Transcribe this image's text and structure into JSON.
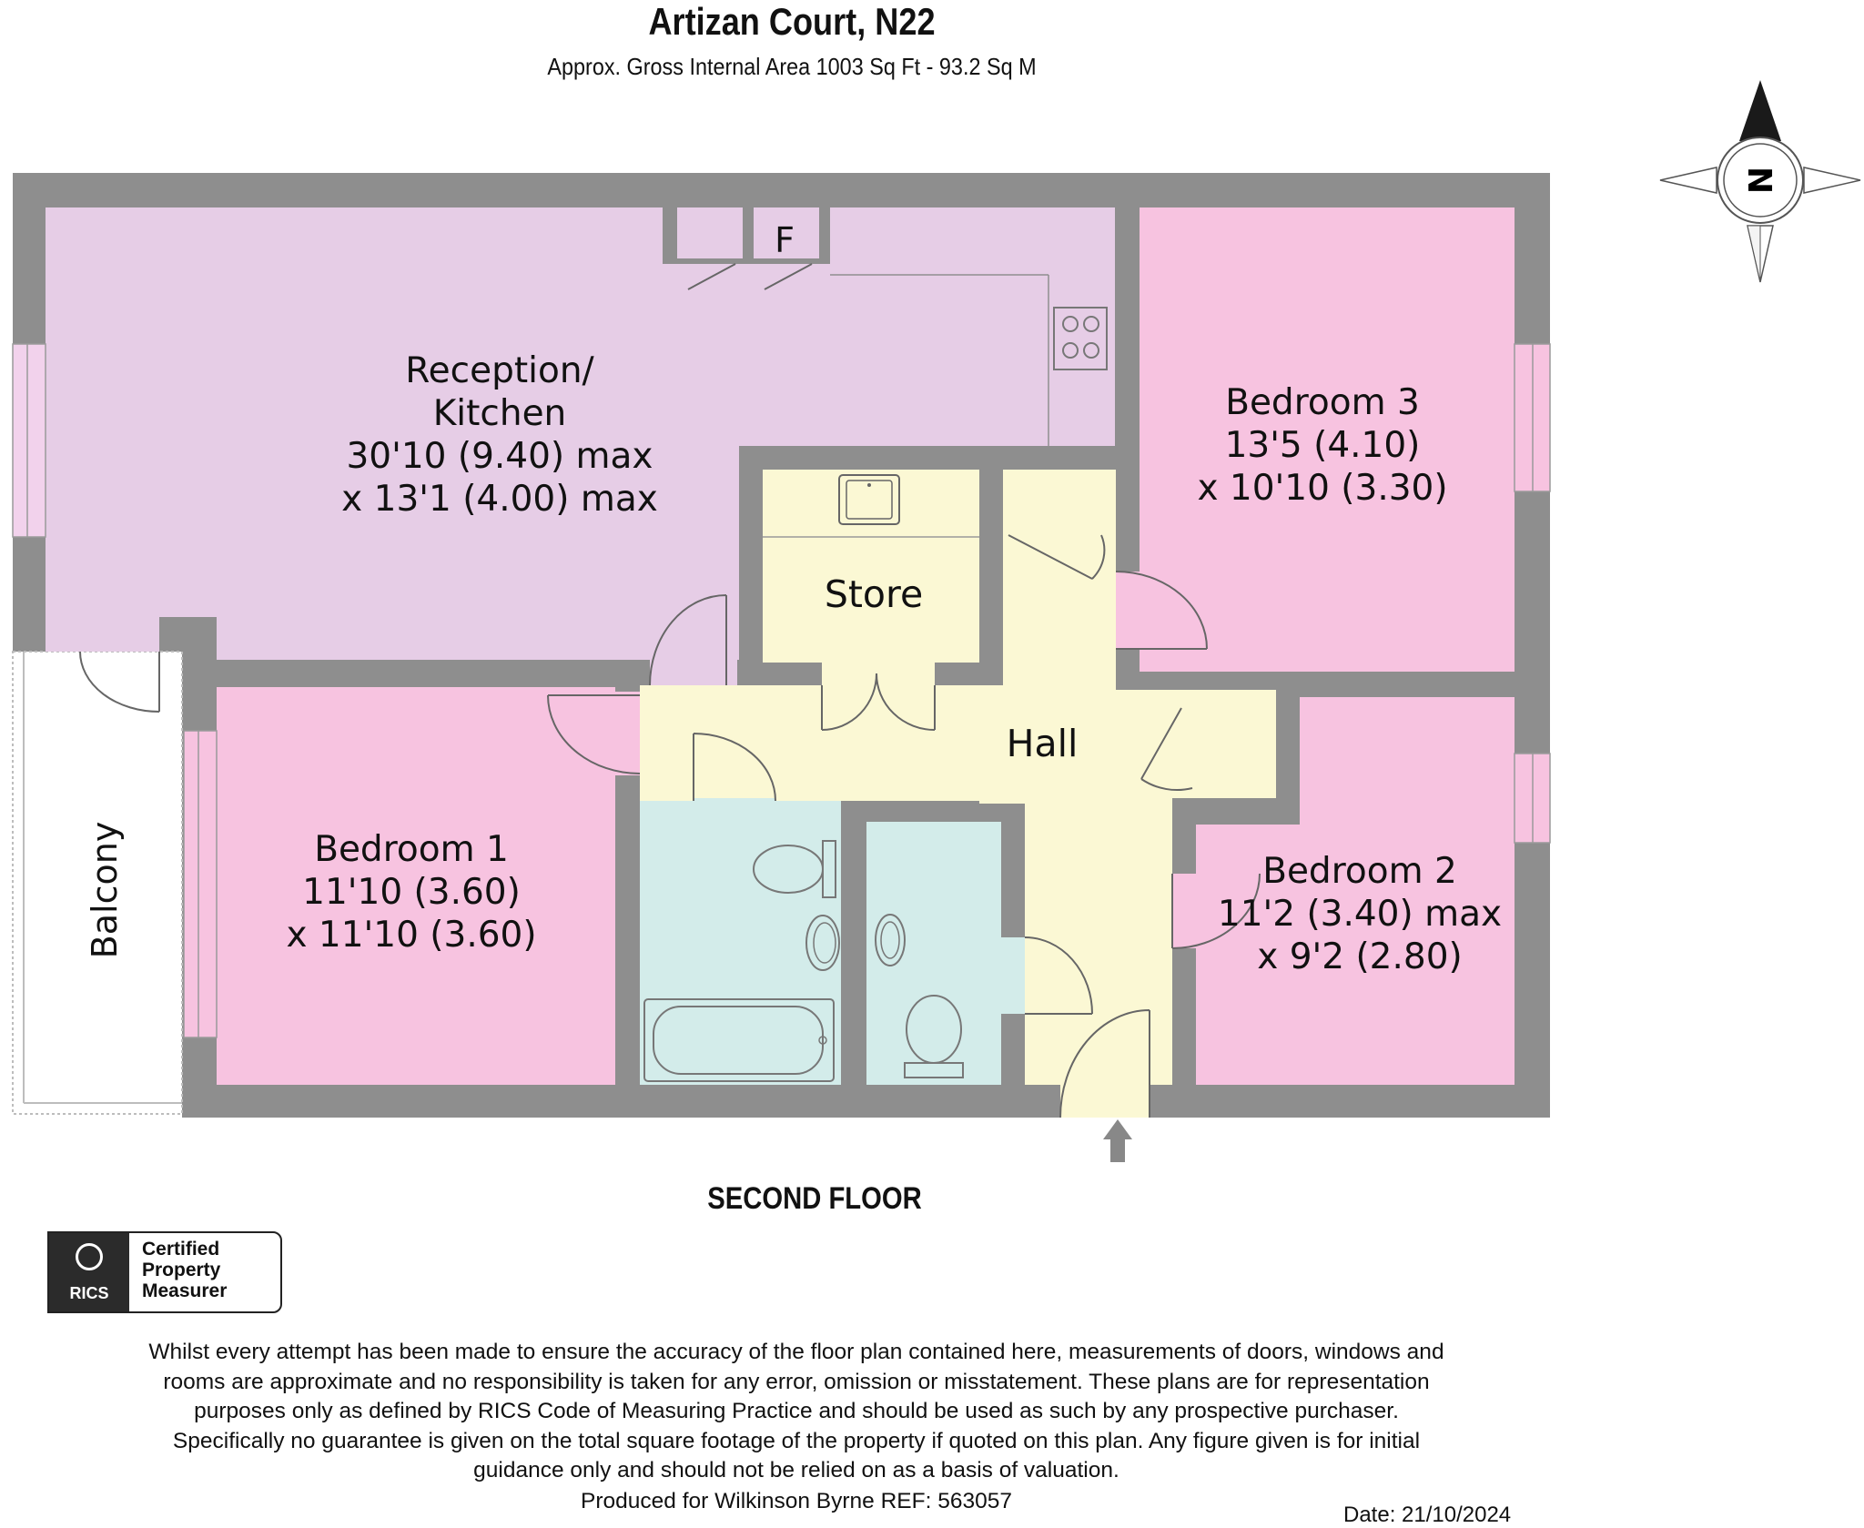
{
  "header": {
    "title": "Artizan Court, N22",
    "subtitle": "Approx. Gross Internal Area 1003 Sq Ft - 93.2 Sq M"
  },
  "rooms": {
    "reception_kitchen": {
      "line1": "Reception/",
      "line2": "Kitchen",
      "line3": "30'10 (9.40) max",
      "line4": "x 13'1 (4.00) max"
    },
    "bedroom3": {
      "line1": "Bedroom 3",
      "line2": "13'5 (4.10)",
      "line3": "x 10'10 (3.30)"
    },
    "store": {
      "line1": "Store"
    },
    "hall": {
      "line1": "Hall"
    },
    "bedroom1": {
      "line1": "Bedroom 1",
      "line2": "11'10 (3.60)",
      "line3": "x 11'10 (3.60)"
    },
    "bedroom2": {
      "line1": "Bedroom 2",
      "line2": "11'2 (3.40) max",
      "line3": "x 9'2 (2.80)"
    },
    "balcony": {
      "line1": "Balcony"
    },
    "cupboard": {
      "line1": "F"
    }
  },
  "compass": {
    "label": "N"
  },
  "floor": {
    "label": "SECOND FLOOR"
  },
  "badge": {
    "org": "RICS",
    "line1": "Certified",
    "line2": "Property",
    "line3": "Measurer"
  },
  "footer": {
    "disclaimer": [
      "Whilst every attempt has been made to ensure the accuracy of the floor plan contained here, measurements of doors, windows and",
      "rooms are approximate and no responsibility is taken for any error, omission or misstatement. These plans are for representation",
      "purposes only as defined by RICS Code of Measuring Practice and should be used as such by any prospective purchaser.",
      "Specifically no guarantee is given on the total square footage of the property if quoted on this plan. Any figure given is for initial",
      "guidance only and should not be relied on as a basis of valuation."
    ],
    "produced": "Produced for Wilkinson Byrne REF: 563057",
    "date": "Date: 21/10/2024"
  },
  "colors": {
    "wall": "#8e8e8e",
    "reception": "#e6cde6",
    "bedroom": "#f7c3e0",
    "hall": "#fbf8d4",
    "bathroom": "#d3ecea",
    "balcony": "#ffffff"
  }
}
